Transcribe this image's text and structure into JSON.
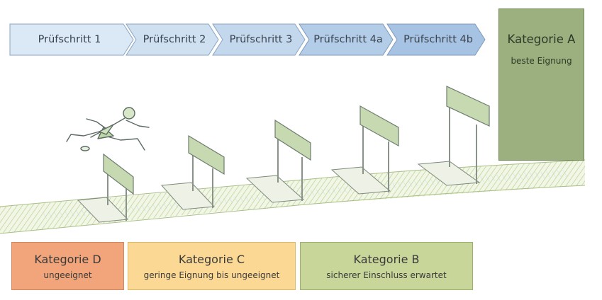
{
  "steps": [
    "Prüfschritt 1",
    "Prüfschritt 2",
    "Prüfschritt 3",
    "Prüfschritt 4a",
    "Prüfschritt 4b"
  ],
  "category_a": {
    "title": "Kategorie A",
    "subtitle": "beste Eignung"
  },
  "categories": [
    {
      "title": "Kategorie D",
      "subtitle": "ungeeignet",
      "color": "#f2a57a"
    },
    {
      "title": "Kategorie C",
      "subtitle": "geringe Eignung bis ungeeignet",
      "color": "#fbd994"
    },
    {
      "title": "Kategorie B",
      "subtitle": "sicherer Einschluss erwartet",
      "color": "#c9d69a"
    }
  ],
  "colors": {
    "step_light": "#dbe8f5",
    "step_dark": "#a7c3e3",
    "category_a": "#9bb07e"
  }
}
